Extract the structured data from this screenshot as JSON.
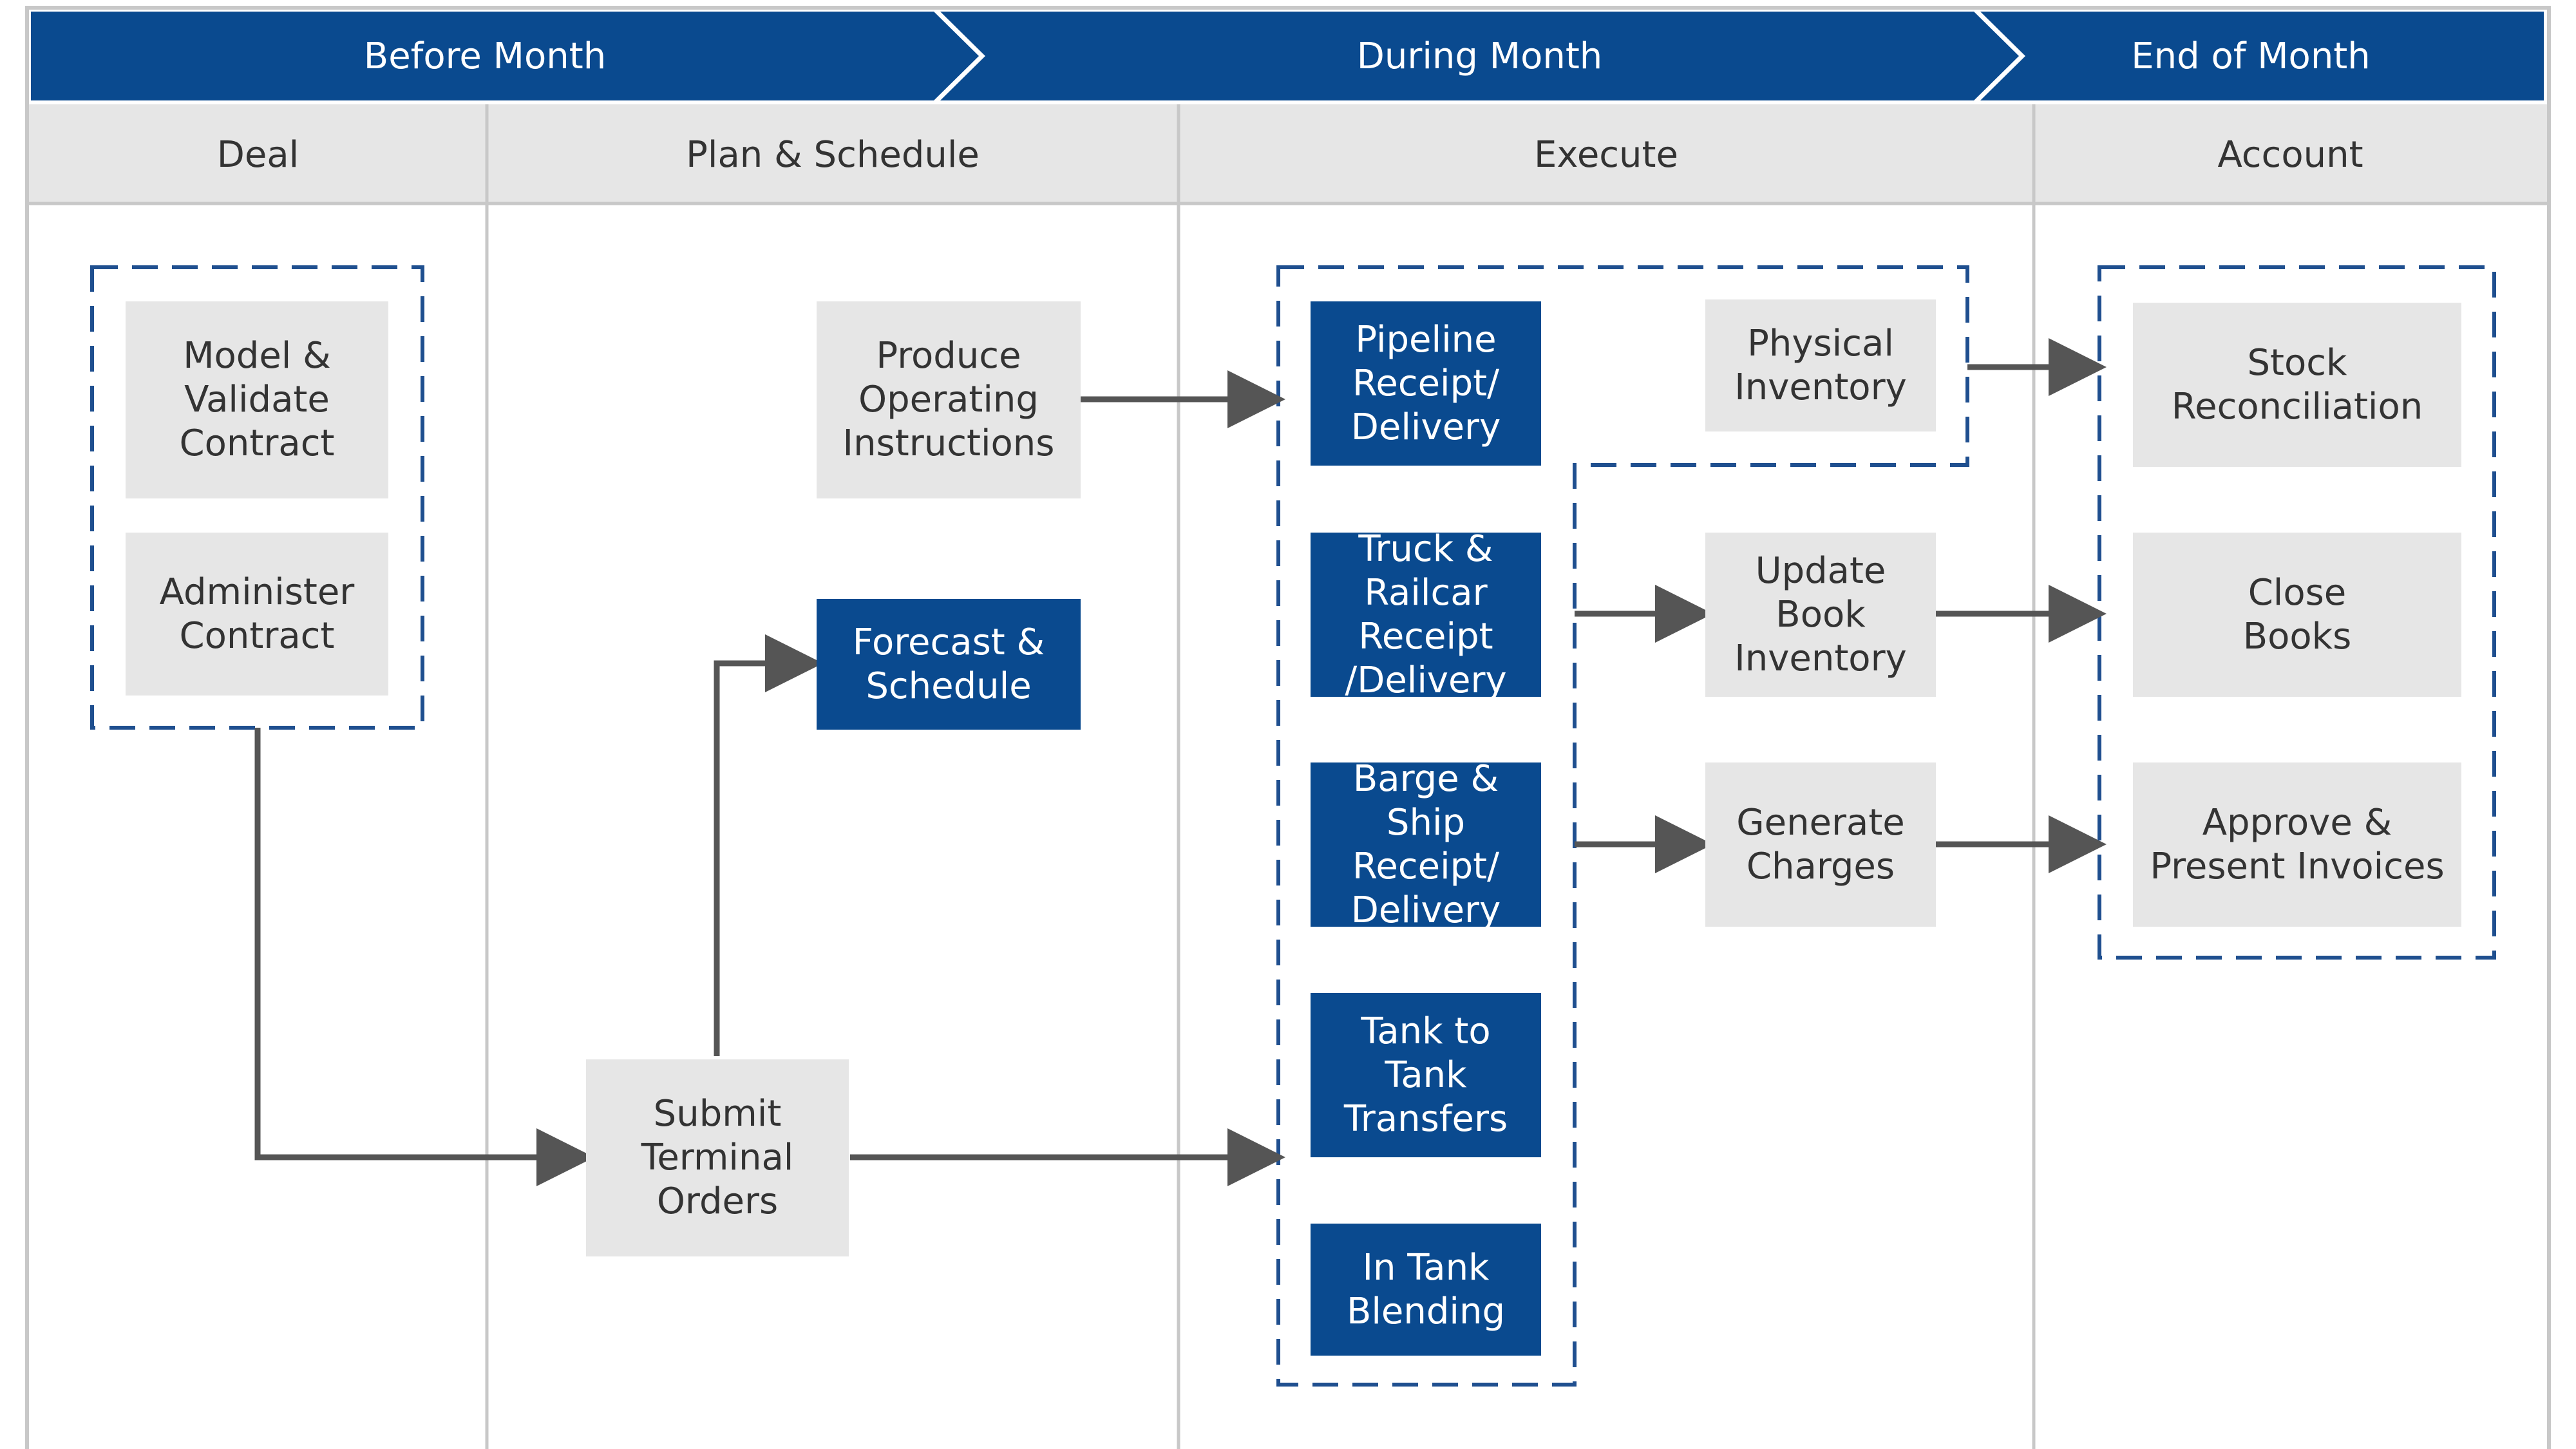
{
  "colors": {
    "phase_banner": "#0a4a8f",
    "lane_header": "#e6e6e6",
    "process_box": "#e6e6e6",
    "system_box": "#0a4a8f",
    "arrow": "#555555",
    "dashed_group": "#1f4f8f"
  },
  "phases": [
    "Before Month",
    "During Month",
    "End of Month"
  ],
  "lanes": [
    "Deal",
    "Plan & Schedule",
    "Execute",
    "Account"
  ],
  "boxes": {
    "model_validate": "Model &\nValidate\nContract",
    "administer": "Administer\nContract",
    "produce_operating": "Produce\nOperating\nInstructions",
    "forecast_schedule": "Forecast &\nSchedule",
    "submit_orders": "Submit\nTerminal\nOrders",
    "pipeline": "Pipeline\nReceipt/\nDelivery",
    "truck_railcar": "Truck &\nRailcar Receipt\n/Delivery",
    "barge_ship": "Barge & Ship\nReceipt/\nDelivery",
    "tank_transfers": "Tank to\nTank\nTransfers",
    "in_tank_blending": "In Tank\nBlending",
    "physical_inventory": "Physical\nInventory",
    "update_book": "Update\nBook\nInventory",
    "generate_charges": "Generate\nCharges",
    "stock_recon": "Stock\nReconciliation",
    "close_books": "Close\nBooks",
    "approve_invoices": "Approve &\nPresent Invoices"
  }
}
